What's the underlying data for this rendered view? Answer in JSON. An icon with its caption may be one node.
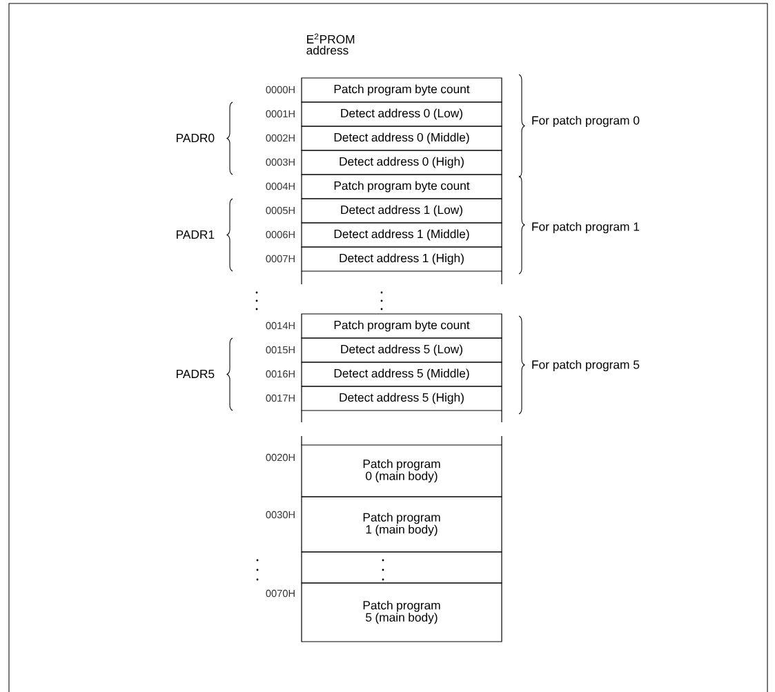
{
  "diagram": {
    "nodes": [
      {
        "text": [
          "Patch program byte count"
        ]
      },
      {
        "text": [
          "Detect address 0 (Low)"
        ]
      },
      {
        "text": [
          "Detect address 0 (Middle)"
        ]
      },
      {
        "text": [
          "Detect address 0 (High)"
        ]
      },
      {
        "text": [
          "Patch program byte count"
        ]
      },
      {
        "text": [
          "Detect address 1 (Low)"
        ]
      },
      {
        "text": [
          "Detect address 1 (Middle)"
        ]
      },
      {
        "text": [
          "Detect address 1 (High)"
        ]
      },
      {
        "text": [
          "Patch program byte count"
        ]
      },
      {
        "text": [
          "Detect address 5 (Low)"
        ]
      },
      {
        "text": [
          "Detect address 5 (Middle)"
        ]
      },
      {
        "text": [
          "Detect address 5 (High)"
        ]
      },
      {
        "text": [
          "Patch program 0 (main body)"
        ]
      },
      {
        "text": [
          "Patch program 1 (main body)"
        ]
      },
      {
        "text": [],
        "shape": "box"
      },
      {
        "text": [
          "Patch program 5 (main body)"
        ]
      }
    ],
    "labels": [
      "E$^{2}$PROM address",
      "0000H",
      "0001H",
      "0002H",
      "0003H",
      "PADR0",
      "For patch program 0",
      "0004H",
      "0005H",
      "0006H",
      "0007H",
      "PADR1",
      "For patch program 1",
      "0014H",
      "0015H",
      "0016H",
      "0017H",
      "PADR5",
      "For patch program 5",
      "0020H",
      "0030H",
      "0070H"
    ]
  }
}
